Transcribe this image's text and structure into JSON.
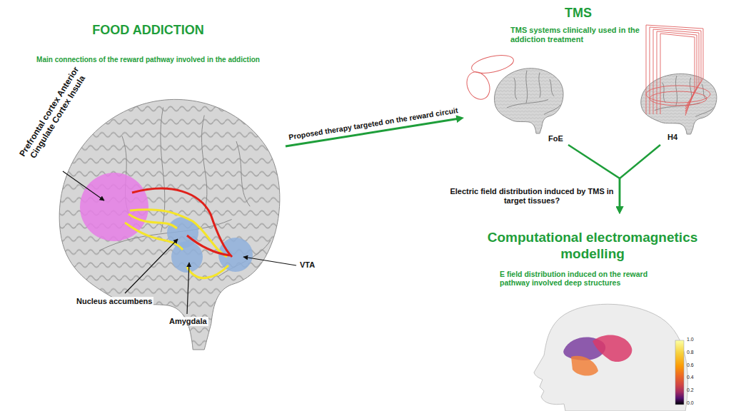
{
  "diagram": {
    "nodes": [
      {
        "text": [
          "FOOD ADDICTION",
          "Main connections of the reward pathway involved in the addiction"
        ]
      },
      {
        "text": [
          "TMS",
          "TMS systems clinically used in the addiction treatment"
        ]
      },
      {
        "text": [
          "FoE"
        ],
        "in": 1
      },
      {
        "text": [
          "H4"
        ],
        "in": 1
      },
      {
        "text": [
          "Computational electromagnetics modelling",
          "E field distribution induced on the reward pathway involved deep structures"
        ]
      }
    ],
    "edges": [
      {
        "from": 0,
        "to": 1,
        "arrow": "to",
        "label": "Proposed therapy targeted on the reward circuit"
      },
      {
        "from": 2,
        "to": 4,
        "arrow": "to",
        "label": "Electric field distribution induced by TMS in target tissues?"
      },
      {
        "from": 3,
        "to": 4,
        "arrow": "to"
      }
    ],
    "labels": [
      "Prefrontal cortex Anterior Cingulate Cortex Insula",
      "Nucleus accumbens",
      "Amygdala",
      "VTA",
      "1.0",
      "0.8",
      "0.6",
      "0.4",
      "0.2",
      "0.0"
    ]
  }
}
